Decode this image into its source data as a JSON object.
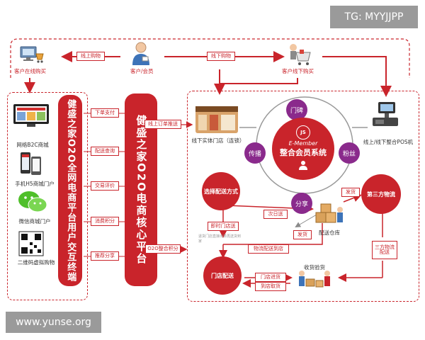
{
  "watermarks": {
    "top": "TG: MYYJJPP",
    "bottom": "www.yunse.org"
  },
  "top_row": {
    "online_buy": "客户在线购买",
    "member": "客户/会员",
    "offline_buy": "客户线下购买",
    "arrow_online": "线上购物",
    "arrow_offline": "线下购物"
  },
  "channels": [
    {
      "label": "网络B2C商城"
    },
    {
      "label": "手机H5商城门户"
    },
    {
      "label": "微信商城门户"
    },
    {
      "label": "二维码虚拟购物"
    }
  ],
  "left_platform": "健盛之家O2O全网电商平台用户交互终端",
  "core_platform": "健盛之家O2O电商核心平台",
  "mid_tags": [
    "下单支付",
    "配送查询",
    "交易评价",
    "消费积分",
    "推荐分享"
  ],
  "right_tags": {
    "online_order": "线上订单推送",
    "o2o_points": "O2O整合积分"
  },
  "right": {
    "store": "线下实体门店（连锁）",
    "pos": "线上/线下整合POS机",
    "member_system_en": "E-Member",
    "member_system": "整合会员系统",
    "logo_text": "JS",
    "word_koubei": "门碑",
    "word_chuanbo": "传播",
    "word_fensi": "粉丝",
    "word_fenxiang": "分享",
    "choose_delivery": "选择配送方式",
    "third_logistics": "第三方物流",
    "store_delivery": "门店配送",
    "instant_store": "即时门店送",
    "next_day": "次日送",
    "warehouse": "配送仓库",
    "logistics_to_store": "物流配送到店",
    "ship1": "发货",
    "ship2": "发货",
    "third_delivery": "三方物流配送",
    "receive": "收货验货",
    "store_in": "门店进货",
    "store_out": "到店取货",
    "tiny_note": "退货门店直接出单再送货到家"
  }
}
